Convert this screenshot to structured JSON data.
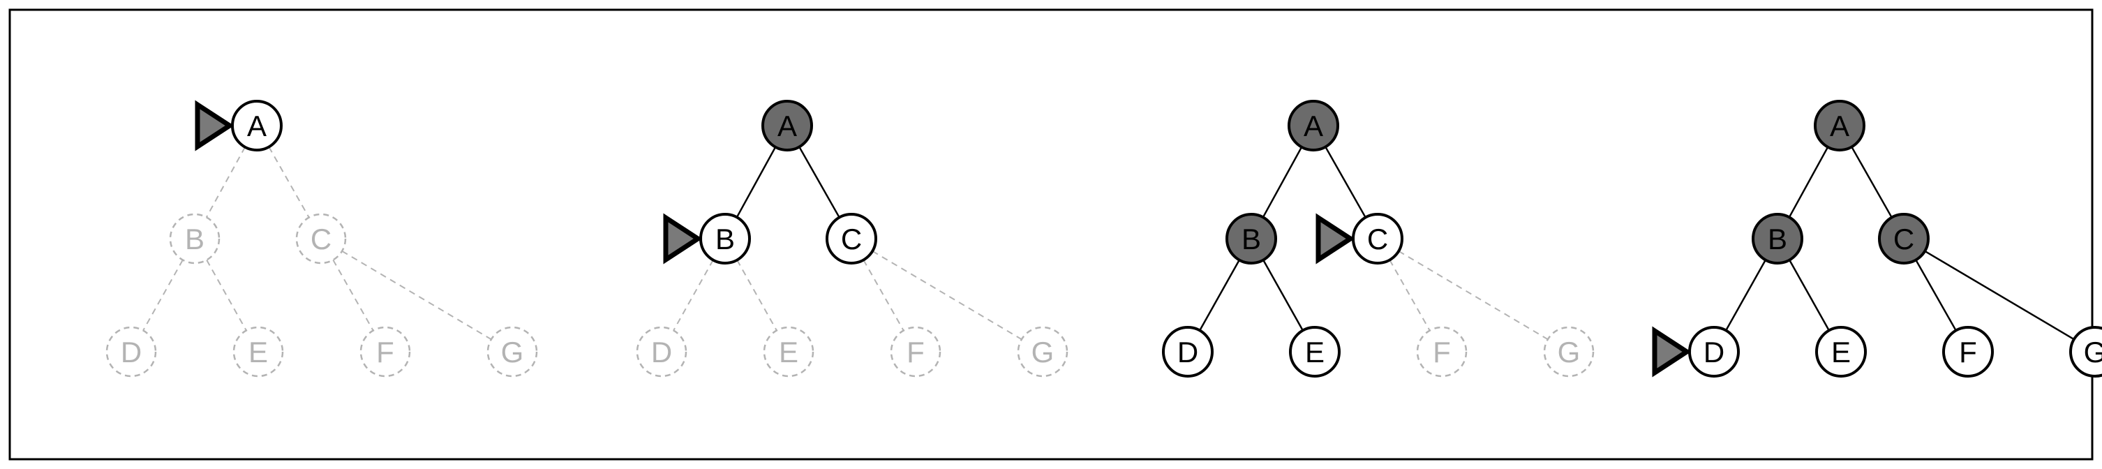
{
  "colors": {
    "frame": "#000000",
    "background": "#ffffff",
    "expanded_fill": "#6b6b6b",
    "frontier_stroke": "#000000",
    "unexplored": "#b3b3b3",
    "marker_fill": "#7a7a7a"
  },
  "nodes": [
    "A",
    "B",
    "C",
    "D",
    "E",
    "F",
    "G"
  ],
  "edges": [
    [
      "A",
      "B"
    ],
    [
      "A",
      "C"
    ],
    [
      "B",
      "D"
    ],
    [
      "B",
      "E"
    ],
    [
      "C",
      "F"
    ],
    [
      "C",
      "G"
    ]
  ],
  "panels": [
    {
      "states": {
        "A": "frontier",
        "B": "unexplored",
        "C": "unexplored",
        "D": "unexplored",
        "E": "unexplored",
        "F": "unexplored",
        "G": "unexplored"
      },
      "marker": "A"
    },
    {
      "states": {
        "A": "expanded",
        "B": "frontier",
        "C": "frontier",
        "D": "unexplored",
        "E": "unexplored",
        "F": "unexplored",
        "G": "unexplored"
      },
      "marker": "B"
    },
    {
      "states": {
        "A": "expanded",
        "B": "expanded",
        "C": "frontier",
        "D": "frontier",
        "E": "frontier",
        "F": "unexplored",
        "G": "unexplored"
      },
      "marker": "C"
    },
    {
      "states": {
        "A": "expanded",
        "B": "expanded",
        "C": "expanded",
        "D": "frontier",
        "E": "frontier",
        "F": "frontier",
        "G": "frontier"
      },
      "marker": "D"
    }
  ]
}
